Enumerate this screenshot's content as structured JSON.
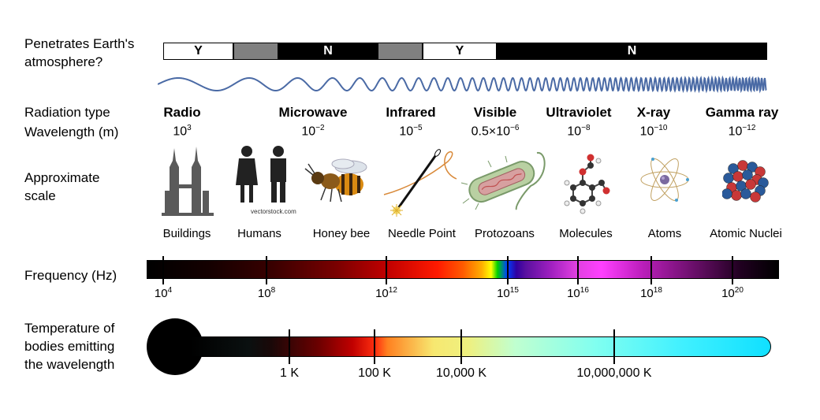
{
  "atmosphere": {
    "label": "Penetrates Earth's\natmosphere?",
    "segments": [
      {
        "text": "Y",
        "fill": "#ffffff",
        "color": "#000000"
      },
      {
        "text": "",
        "fill": "#808080",
        "color": "#000000"
      },
      {
        "text": "N",
        "fill": "#000000",
        "color": "#ffffff"
      },
      {
        "text": "",
        "fill": "#808080",
        "color": "#000000"
      },
      {
        "text": "Y",
        "fill": "#ffffff",
        "color": "#000000"
      },
      {
        "text": "N",
        "fill": "#000000",
        "color": "#ffffff"
      }
    ]
  },
  "wave_color": "#4a6aa5",
  "row_labels": {
    "radiation_type": "Radiation type",
    "wavelength": "Wavelength (m)",
    "approximate_scale": "Approximate\nscale",
    "frequency": "Frequency (Hz)",
    "temperature": "Temperature of\nbodies emitting\nthe wavelength"
  },
  "radiation": [
    {
      "name": "Radio",
      "base": "10",
      "exp": "3",
      "scale": "Buildings",
      "icon": "buildings-icon"
    },
    {
      "name": "Microwave",
      "base": "10",
      "exp": "−2",
      "scale": "Humans",
      "icon": "humans-icon"
    },
    {
      "name": "",
      "base": "",
      "exp": "",
      "scale": "Honey bee",
      "icon": "honey-bee-icon"
    },
    {
      "name": "Infrared",
      "base": "10",
      "exp": "−5",
      "scale": "Needle Point",
      "icon": "needle-icon"
    },
    {
      "name": "Visible",
      "base": "0.5×10",
      "exp": "−6",
      "scale": "Protozoans",
      "icon": "protozoan-icon"
    },
    {
      "name": "Ultraviolet",
      "base": "10",
      "exp": "−8",
      "scale": "Molecules",
      "icon": "molecule-icon"
    },
    {
      "name": "X-ray",
      "base": "10",
      "exp": "−10",
      "scale": "Atoms",
      "icon": "atom-icon"
    },
    {
      "name": "Gamma ray",
      "base": "10",
      "exp": "−12",
      "scale": "Atomic Nuclei",
      "icon": "nucleus-icon"
    }
  ],
  "watermark": "vectorstock.com",
  "frequency_ticks": [
    {
      "base": "10",
      "exp": "4"
    },
    {
      "base": "10",
      "exp": "8"
    },
    {
      "base": "10",
      "exp": "12"
    },
    {
      "base": "10",
      "exp": "15"
    },
    {
      "base": "10",
      "exp": "16"
    },
    {
      "base": "10",
      "exp": "18"
    },
    {
      "base": "10",
      "exp": "20"
    }
  ],
  "temperature_ticks": [
    "1 K",
    "100 K",
    "10,000 K",
    "10,000,000 K"
  ]
}
